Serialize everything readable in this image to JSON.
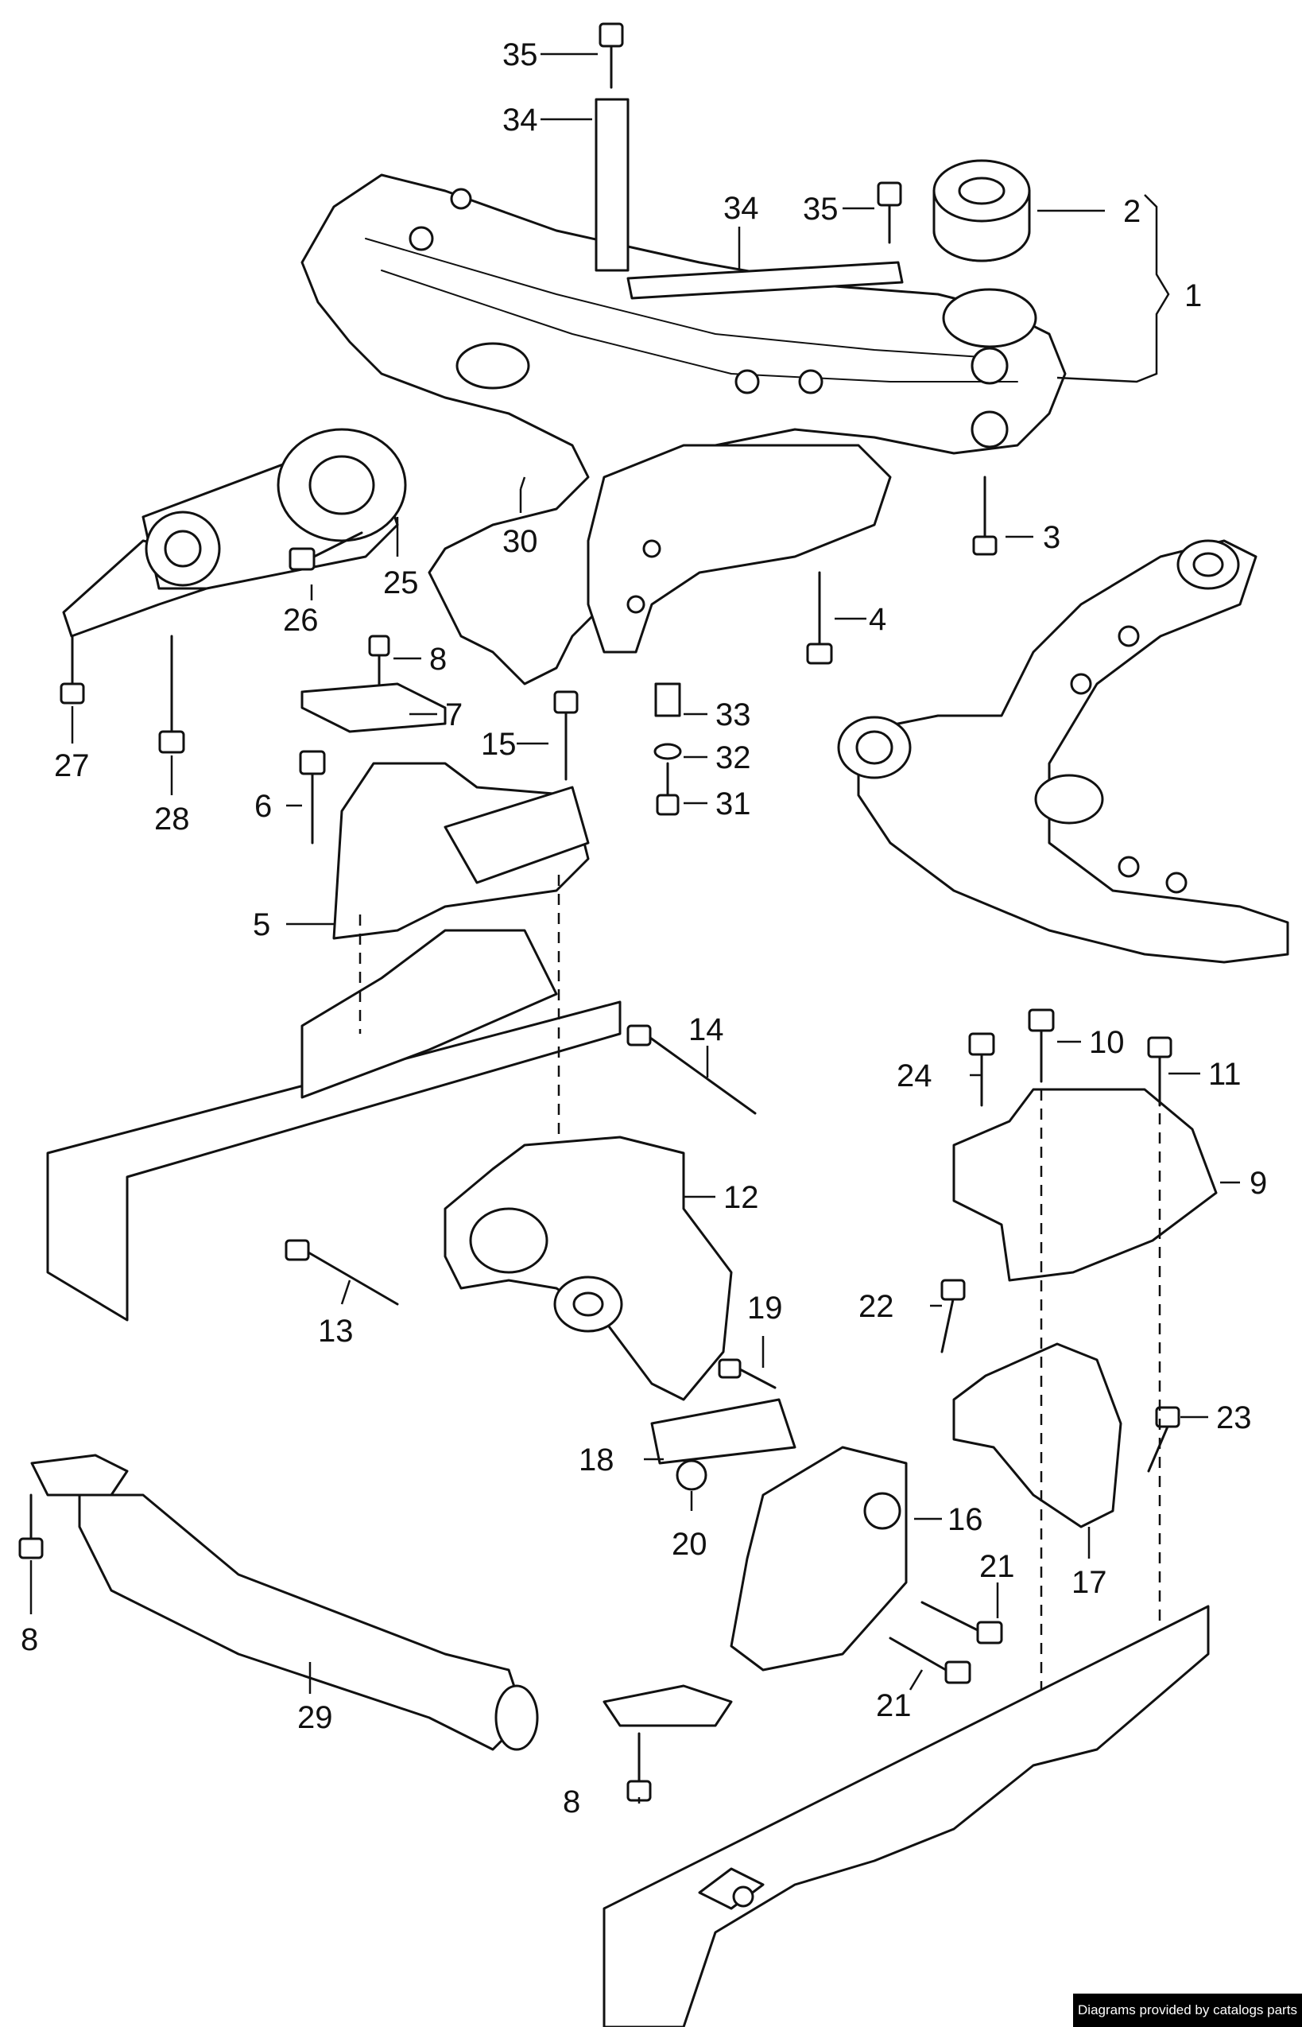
{
  "callouts": {
    "c1": "1",
    "c2": "2",
    "c3": "3",
    "c4": "4",
    "c5": "5",
    "c6": "6",
    "c7": "7",
    "c8a": "8",
    "c8b": "8",
    "c8c": "8",
    "c9": "9",
    "c10": "10",
    "c11": "11",
    "c12": "12",
    "c13": "13",
    "c14": "14",
    "c15": "15",
    "c16": "16",
    "c17": "17",
    "c18": "18",
    "c19": "19",
    "c20": "20",
    "c21a": "21",
    "c21b": "21",
    "c22": "22",
    "c23": "23",
    "c24": "24",
    "c25": "25",
    "c26": "26",
    "c27": "27",
    "c28": "28",
    "c29": "29",
    "c30": "30",
    "c31": "31",
    "c32": "32",
    "c33": "33",
    "c34a": "34",
    "c34b": "34",
    "c35a": "35",
    "c35b": "35"
  },
  "footer": {
    "credit": "Diagrams provided by catalogs parts"
  }
}
